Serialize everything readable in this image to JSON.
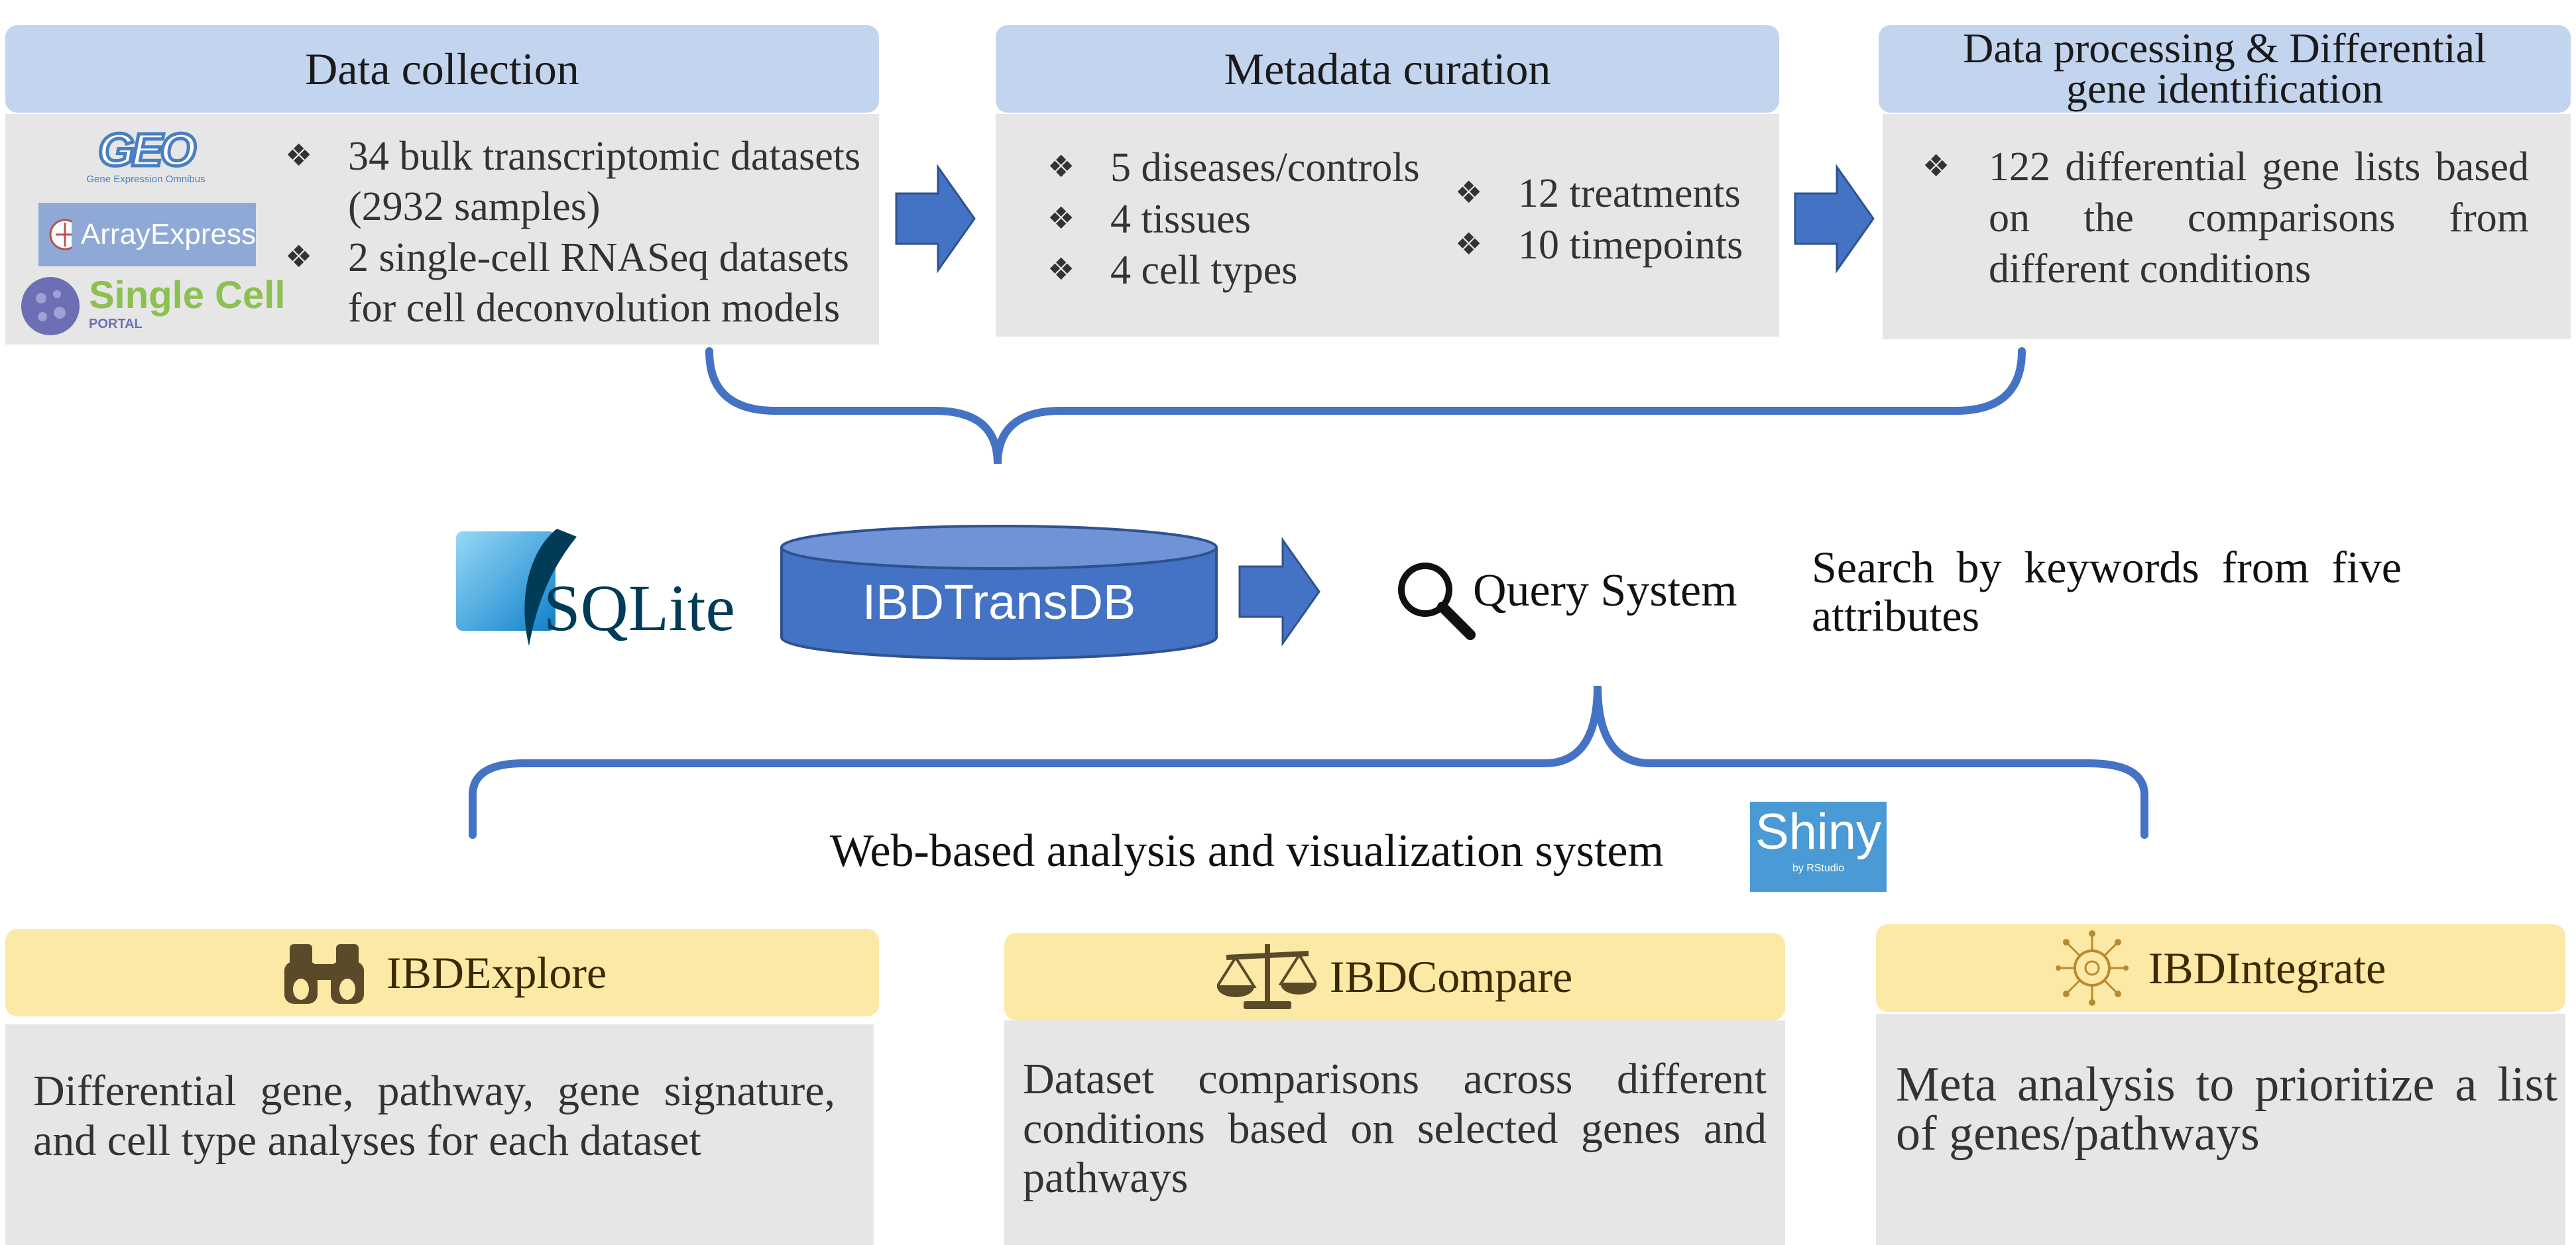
{
  "colors": {
    "blue_header": "#c3d4ee",
    "gold_header": "#fde9a6",
    "body_gray": "#e6e6e6",
    "accent_blue": "#4472c4",
    "db_blue": "#4472c4"
  },
  "data_collection": {
    "title": "Data collection",
    "bullets": [
      "34 bulk transcriptomic datasets (2932 samples)",
      "2 single-cell RNASeq datasets for cell deconvolution models"
    ],
    "logos": {
      "geo_main": "GEO",
      "geo_sub": "Gene Expression Omnibus",
      "arrayexpress": "ArrayExpress",
      "singlecell_main": "Single Cell",
      "singlecell_sub": "PORTAL"
    }
  },
  "metadata_curation": {
    "title": "Metadata curation",
    "bullets_left": [
      "5 diseases/controls",
      "4 tissues",
      "4 cell types"
    ],
    "bullets_right": [
      "12 treatments",
      "10 timepoints"
    ]
  },
  "data_processing": {
    "title_line1": "Data processing & Differential",
    "title_line2": "gene identification",
    "bullets": [
      "122 differential gene lists based on the comparisons from different conditions"
    ]
  },
  "database": {
    "sqlite_label": "SQLite",
    "db_name": "IBDTransDB",
    "query_label": "Query System",
    "search_text": "Search by keywords from five attributes"
  },
  "web": {
    "label": "Web-based analysis and visualization system",
    "shiny_main": "Shiny",
    "shiny_sub": "by RStudio"
  },
  "modules": [
    {
      "title": "IBDExplore",
      "icon": "binoculars-icon",
      "text": "Differential gene, pathway, gene signature, and cell type analyses for each dataset"
    },
    {
      "title": "IBDCompare",
      "icon": "scale-icon",
      "text": "Dataset comparisons across different conditions based on selected genes and pathways"
    },
    {
      "title": "IBDIntegrate",
      "icon": "circuit-brain-icon",
      "text": "Meta analysis to prioritize a list of genes/pathways"
    }
  ]
}
